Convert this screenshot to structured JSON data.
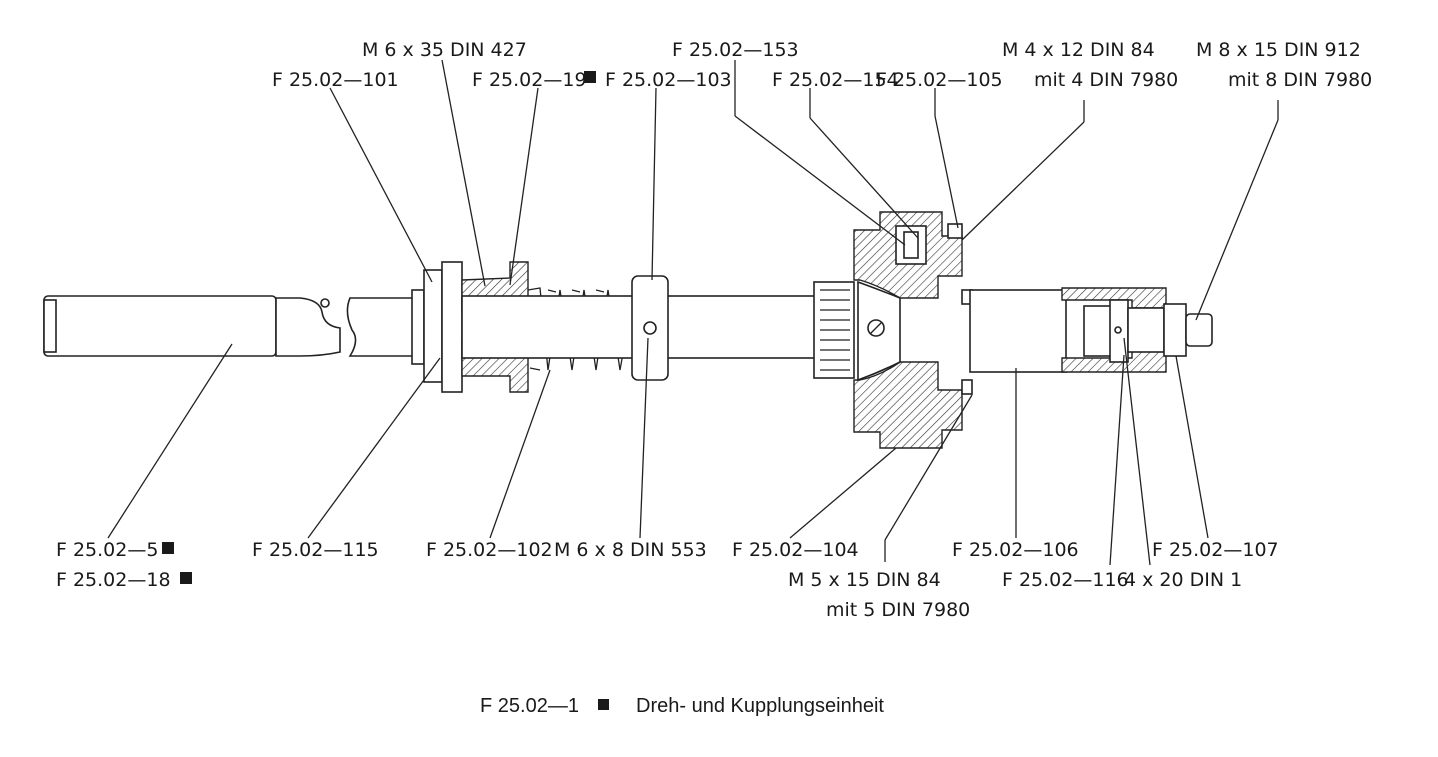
{
  "labels": {
    "m6x35": "M 6 x 35 DIN 427",
    "f101": "F 25.02—101",
    "f19": "F 25.02—19",
    "f103": "F 25.02—103",
    "f153": "F 25.02—153",
    "f154": "F 25.02—154",
    "f105": "F 25.02—105",
    "m4x12": "M 4 x 12 DIN 84",
    "m4x12b": "mit 4 DIN 7980",
    "m8x15": "M 8 x 15 DIN 912",
    "m8x15b": "mit 8 DIN 7980",
    "f5": "F 25.02—5",
    "f18": "F 25.02—18",
    "f115": "F 25.02—115",
    "f102": "F 25.02—102",
    "m6x8": "M 6 x 8 DIN 553",
    "f104": "F 25.02—104",
    "f106": "F 25.02—106",
    "f107": "F 25.02—107",
    "m5x15": "M 5 x 15 DIN 84",
    "m5x15b": "mit 5 DIN 7980",
    "f116": "F 25.02—116",
    "pin": "4 x 20 DIN 1"
  },
  "caption": {
    "part_no": "F 25.02—1",
    "title": "Dreh- und Kupplungseinheit"
  }
}
